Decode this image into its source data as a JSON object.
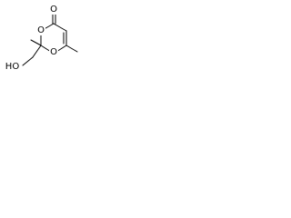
{
  "diagram": {
    "type": "skeletal-structure",
    "atoms": {
      "carbonyl_oxygen": "O",
      "ring_oxygen_right": "O",
      "ring_oxygen_left": "O",
      "hydroxyl": "HO"
    },
    "colors": {
      "bond": "#000000",
      "label": "#000000",
      "background": "#ffffff"
    }
  }
}
